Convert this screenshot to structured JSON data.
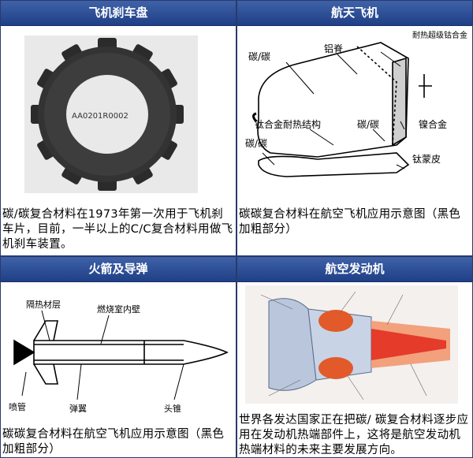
{
  "cells": [
    {
      "title": "飞机刹车盘",
      "image_label": "AA0201R0002",
      "caption": "碳/碳复合材料在1973年第一次用于飞机刹车片，目前，一半以上的C/C复合材料用做飞机刹车装置。"
    },
    {
      "title": "航天飞机",
      "labels": {
        "carbon1": "碳/碳",
        "spine": "铝脊",
        "heat_alloy": "耐热超级钴合金",
        "ti_struct": "钛合金耐热结构",
        "carbon2": "碳/碳",
        "nickel": "镍合金",
        "carbon3": "碳/碳",
        "ti_skin": "钛蒙皮"
      },
      "caption": "碳碳复合材料在航空飞机应用示意图（黑色加粗部分）"
    },
    {
      "title": "火箭及导弹",
      "labels": {
        "insulation": "隔热材层",
        "chamber_wall": "燃烧室内壁",
        "nozzle": "喷管",
        "wing": "弹翼",
        "nose": "头锥"
      },
      "caption": "碳碳复合材料在航空飞机应用示意图（黑色加粗部分）"
    },
    {
      "title": "航空发动机",
      "caption": "世界各发达国家正在把碳/ 碳复合材料逐步应用在发动机热端部件上，这将是航空发动机热端材料的未来主要发展方向。"
    }
  ]
}
